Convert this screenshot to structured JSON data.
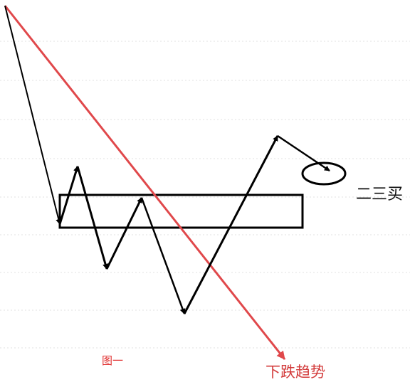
{
  "labels": {
    "second_third_buy": "二三买",
    "down_trend": "下跌趋势",
    "figure_caption": "图一"
  },
  "colors": {
    "trend_line": "#e0484b",
    "trend_text": "#d33c3c",
    "caption_text": "#e03030",
    "strokes": "#000000",
    "grid": "#e2e2e2"
  }
}
